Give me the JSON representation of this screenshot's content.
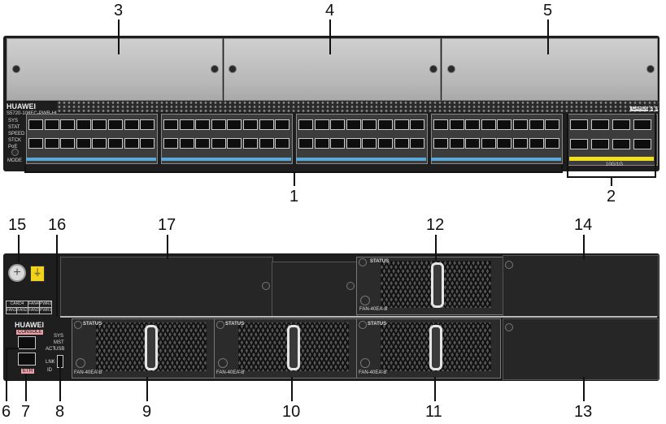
{
  "callouts": {
    "c1": "1",
    "c2": "2",
    "c3": "3",
    "c4": "4",
    "c5": "5",
    "c6": "6",
    "c7": "7",
    "c8": "8",
    "c9": "9",
    "c10": "10",
    "c11": "11",
    "c12": "12",
    "c13": "13",
    "c14": "14",
    "c15": "15",
    "c16": "16",
    "c17": "17"
  },
  "front": {
    "brand": "HUAWEI",
    "model": "S5720-108EC-PWR-HI",
    "leds": [
      "SYS",
      "STAT",
      "SPEED",
      "STCK",
      "PoE"
    ],
    "mode_label": "MODE",
    "card_label": "CARD",
    "card_slots": [
      "1",
      "2",
      "3"
    ],
    "sfp_label": "10G/1G"
  },
  "rear": {
    "brand": "HUAWEI",
    "console_label": "CONSOLE",
    "eth_label": "ETH",
    "leds": [
      "SYS",
      "MST",
      "ACT",
      "LNK",
      "ID"
    ],
    "usb_label": "USB",
    "fan_status": "STATUS",
    "fan_model": "FAN-40EA-B",
    "slot_labels": [
      "CARD4",
      "FAN4",
      "PWR2",
      "FAN1",
      "FAN2",
      "FAN3",
      "PWR1"
    ]
  },
  "colors": {
    "port_bar": "#5aa9d8",
    "sfp_bar": "#f0e020",
    "ground_tag": "#f2d21d"
  }
}
